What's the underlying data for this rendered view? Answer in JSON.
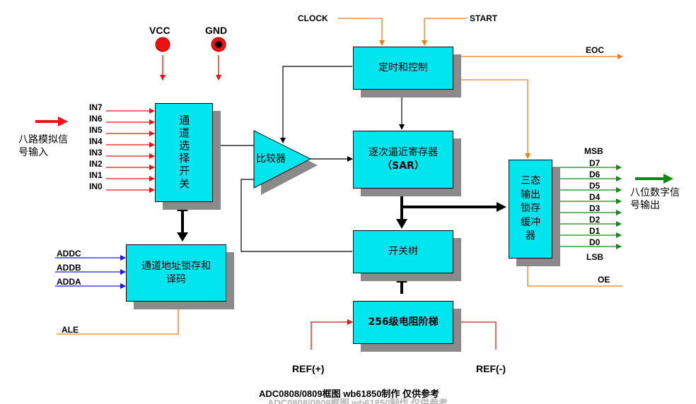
{
  "blocks": {
    "mux": "通道选择开关",
    "latch": "通道地址锁存和译码",
    "comparator": "比较器",
    "timing": "定时和控制",
    "sar_1": "逐次逼近寄存器",
    "sar_2": "（SAR）",
    "switch_tree": "开关树",
    "ladder": "256级电阻阶梯",
    "tristate": "三态输出锁存缓冲器"
  },
  "inputs": [
    "IN7",
    "IN6",
    "IN5",
    "IN4",
    "IN3",
    "IN2",
    "IN1",
    "IN0"
  ],
  "address": [
    "ADDC",
    "ADDB",
    "ADDA"
  ],
  "outputs": [
    "D7",
    "D6",
    "D5",
    "D4",
    "D3",
    "D2",
    "D1",
    "D0"
  ],
  "signals": {
    "vcc": "VCC",
    "gnd": "GND",
    "clock": "CLOCK",
    "start": "START",
    "eoc": "EOC",
    "ale": "ALE",
    "oe": "OE",
    "msb": "MSB",
    "lsb": "LSB",
    "ref_pos": "REF(+)",
    "ref_neg": "REF(-)"
  },
  "analog_in_label": "八路模拟信号输入",
  "digital_out_label": "八位数字信号输出",
  "caption": "ADC0808/0809框图  wb61850制作 仅供参考",
  "colors": {
    "block": "#00e5ee",
    "shadow": "#8a8a8a",
    "analog": "#ee1111",
    "address": "#1a1aee",
    "control": "#ef7d1a",
    "digital": "#118811"
  }
}
